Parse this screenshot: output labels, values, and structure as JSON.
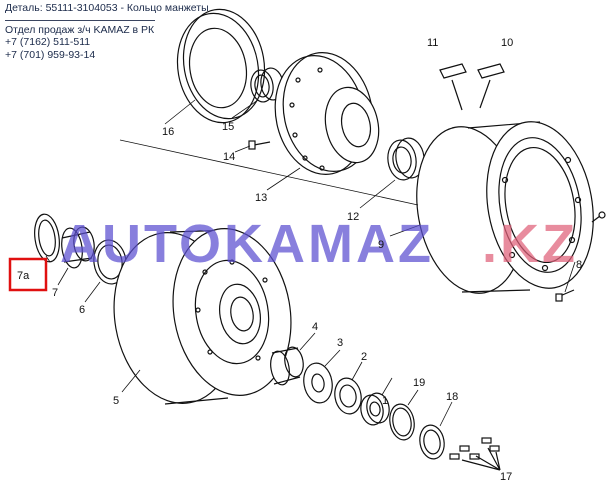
{
  "header": {
    "detail_line": "Деталь: 55111-3104053 - Кольцо манжеты",
    "dept_line": "Отдел продаж з/ч KAMAZ в РК",
    "phone_1": "+7 (7162) 511-511",
    "phone_2": "+7 (701) 959-93-14"
  },
  "watermark": {
    "main": "AUTOKAMAZ",
    "suffix": ".KZ",
    "color_main": "#5b4fd0",
    "color_suffix": "#e0607a"
  },
  "highlight": {
    "part_label": "7а",
    "color": "#e01010"
  },
  "callouts": [
    {
      "id": "1",
      "label": "1"
    },
    {
      "id": "2",
      "label": "2"
    },
    {
      "id": "3",
      "label": "3"
    },
    {
      "id": "4",
      "label": "4"
    },
    {
      "id": "5",
      "label": "5"
    },
    {
      "id": "6",
      "label": "6"
    },
    {
      "id": "7",
      "label": "7"
    },
    {
      "id": "8",
      "label": "8"
    },
    {
      "id": "9",
      "label": "9"
    },
    {
      "id": "10",
      "label": "10"
    },
    {
      "id": "11",
      "label": "11"
    },
    {
      "id": "12",
      "label": "12"
    },
    {
      "id": "13",
      "label": "13"
    },
    {
      "id": "14",
      "label": "14"
    },
    {
      "id": "15",
      "label": "15"
    },
    {
      "id": "16",
      "label": "16"
    },
    {
      "id": "17",
      "label": "17"
    },
    {
      "id": "18",
      "label": "18"
    },
    {
      "id": "19",
      "label": "19"
    }
  ]
}
